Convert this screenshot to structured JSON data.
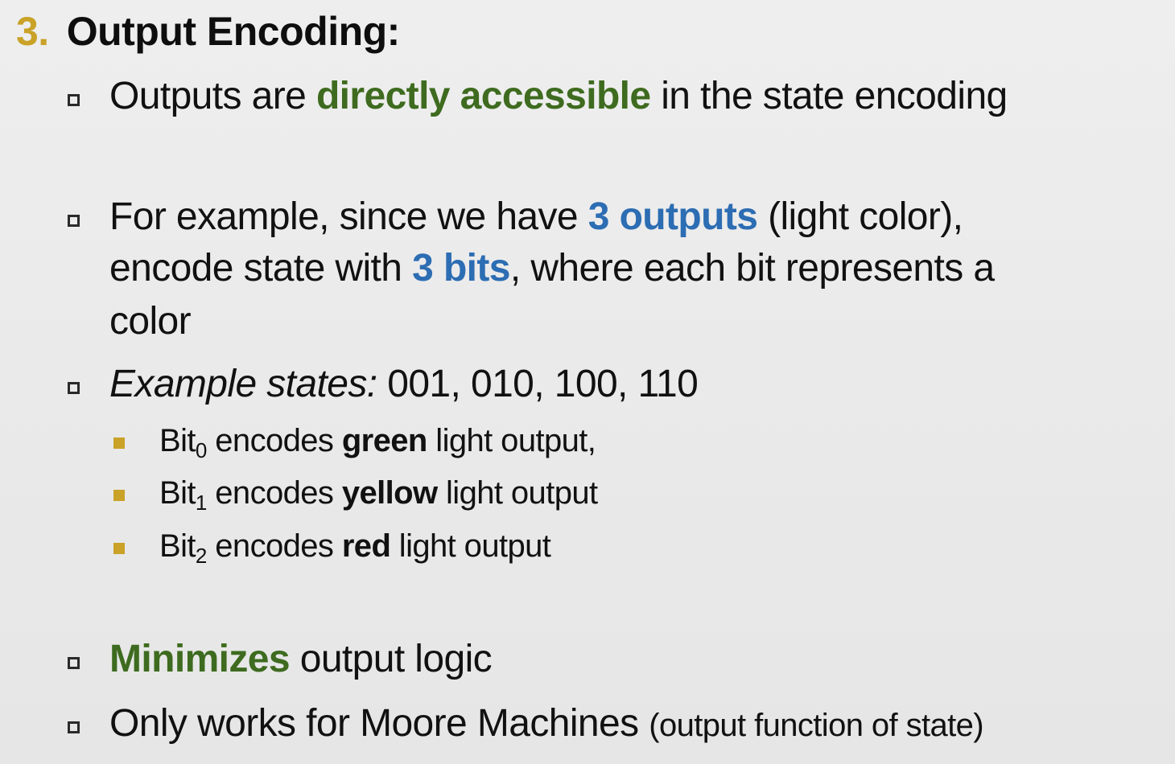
{
  "heading": {
    "number": "3.",
    "title": "Output Encoding:"
  },
  "bullets": {
    "b1": {
      "pre": "Outputs are ",
      "em": "directly accessible",
      "post": " in the state encoding"
    },
    "b2": {
      "pre": "For example, since we have ",
      "em1": "3 outputs",
      "mid1": " (light color),",
      "line2_pre": "encode state with ",
      "em2": "3 bits",
      "line2_post": ", where each bit represents a",
      "line3": "color"
    },
    "b3": {
      "label": "Example states:",
      "values": " 001, 010, 100, 110"
    },
    "b4": {
      "em": "Minimizes",
      "post": " output logic"
    },
    "b5": {
      "main": "Only works for Moore Machines ",
      "paren": "(output function of state)"
    }
  },
  "subbullets": [
    {
      "bit": "Bit",
      "sub": "0",
      "pre": " encodes ",
      "color": "green",
      "post": " light output,"
    },
    {
      "bit": "Bit",
      "sub": "1",
      "pre": " encodes ",
      "color": "yellow",
      "post": " light output"
    },
    {
      "bit": "Bit",
      "sub": "2",
      "pre": " encodes ",
      "color": "red",
      "post": " light output"
    }
  ],
  "colors": {
    "heading_number": "#c9a227",
    "green_emphasis": "#3e6b1f",
    "blue_emphasis": "#2c6db3",
    "sub_bullet_marker": "#c9a227"
  }
}
